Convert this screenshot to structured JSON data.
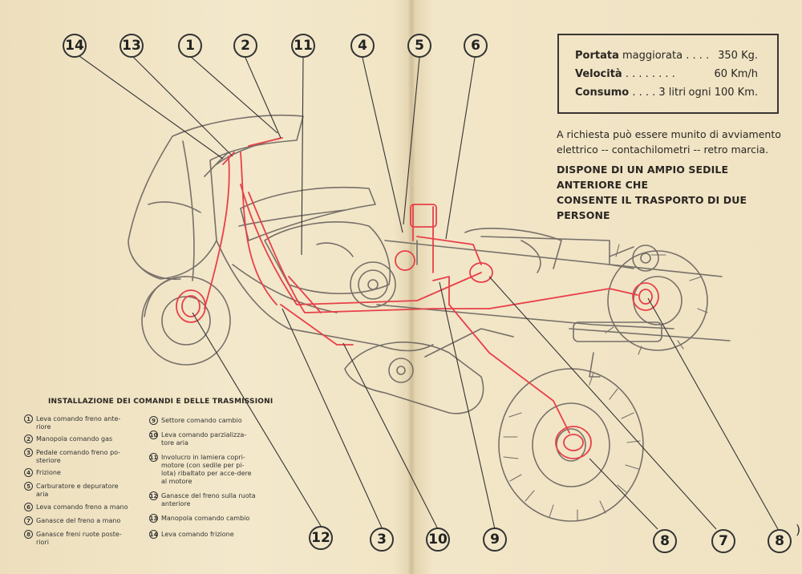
{
  "specs": [
    {
      "label": "Portata",
      "rest": "maggiorata . . . .",
      "value": "350 Kg."
    },
    {
      "label": "Velocità",
      "rest": ". . . . . . . .",
      "value": "60 Km/h"
    },
    {
      "label": "Consumo",
      "rest": ". . . . 3 litri",
      "value": "ogni 100 Km."
    }
  ],
  "note_line1": "A richiesta può essere munito di avviamento",
  "note_line2": "elettrico -- contachilometri -- retro marcia.",
  "note_bold1": "DISPONE DI UN AMPIO SEDILE ANTERIORE CHE",
  "note_bold2": "CONSENTE IL TRASPORTO DI DUE PERSONE",
  "legend_title": "INSTALLAZIONE DEI COMANDI E DELLE TRASMISSIONI",
  "legend_left": [
    {
      "n": "1",
      "t": "Leva comando freno ante-riore"
    },
    {
      "n": "2",
      "t": "Manopola comando gas"
    },
    {
      "n": "3",
      "t": "Pedale comando freno po-steriore"
    },
    {
      "n": "4",
      "t": "Frizione"
    },
    {
      "n": "5",
      "t": "Carburatore e depuratore aria"
    },
    {
      "n": "6",
      "t": "Leva comando freno a mano"
    },
    {
      "n": "7",
      "t": "Ganasce del freno a mano"
    },
    {
      "n": "8",
      "t": "Ganasce freni ruote poste-riori"
    }
  ],
  "legend_right": [
    {
      "n": "9",
      "t": "Settore comando cambio"
    },
    {
      "n": "10",
      "t": "Leva comando parzializza-tore aria"
    },
    {
      "n": "11",
      "t": "Involucro in lamiera copri-motore (con sedile per pi-lota) ribaltato per acce-dere al motore"
    },
    {
      "n": "12",
      "t": "Ganasce del freno sulla ruota anteriore"
    },
    {
      "n": "13",
      "t": "Manopola comando cambio"
    },
    {
      "n": "14",
      "t": "Leva comando frizione"
    }
  ],
  "callouts_top": [
    "14",
    "13",
    "1",
    "2",
    "11",
    "4",
    "5",
    "6"
  ],
  "callouts_bottom": [
    "12",
    "3",
    "10",
    "9",
    "8",
    "7",
    "8"
  ],
  "edge_mark": ")",
  "colors": {
    "paper": "#f1e6c8",
    "ink": "#2a2622",
    "sketch": "#7a736b",
    "red_lines": "#e8404a"
  }
}
